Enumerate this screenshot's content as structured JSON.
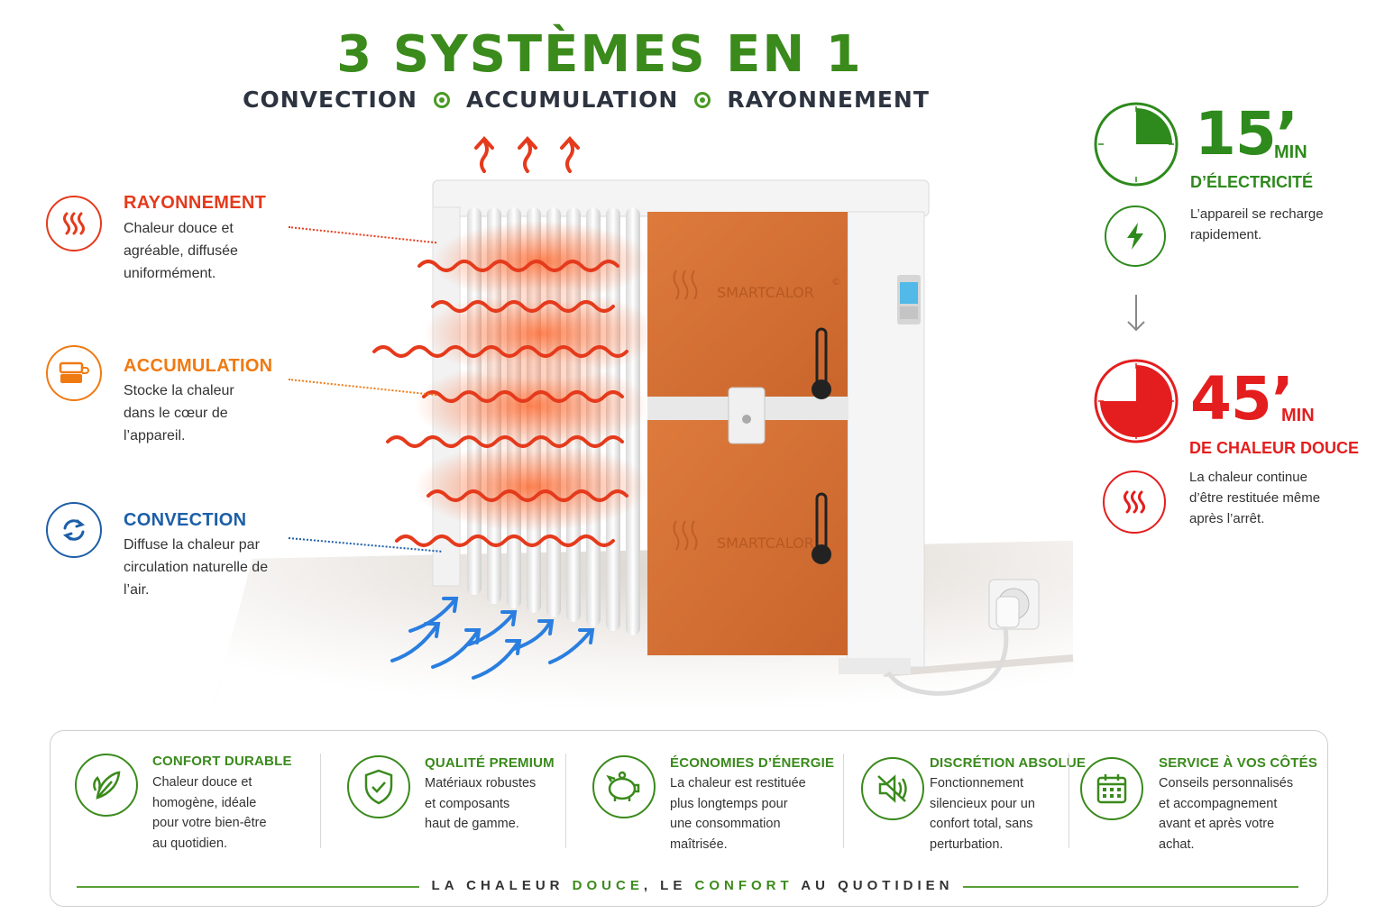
{
  "header": {
    "title": "3 SYSTÈMES EN 1",
    "subtitle_items": [
      "CONVECTION",
      "ACCUMULATION",
      "RAYONNEMENT"
    ]
  },
  "features": [
    {
      "title": "RAYONNEMENT",
      "description": "Chaleur douce et agréable, diffusée uniformément.",
      "color": "#e53a1c",
      "icon": "heat-waves-icon"
    },
    {
      "title": "ACCUMULATION",
      "description": "Stocke la chaleur dans le cœur de l’appareil.",
      "color": "#ef7a12",
      "icon": "heat-storage-icon"
    },
    {
      "title": "CONVECTION",
      "description": "Diffuse la chaleur par circulation naturelle de l’air.",
      "color": "#1d5fa8",
      "icon": "air-circulation-icon"
    }
  ],
  "device": {
    "brand": "SMARTCALOR",
    "brand_mark": "©"
  },
  "timer": {
    "charge": {
      "number": "15’",
      "unit": "MIN",
      "label": "D’ÉLECTRICITÉ",
      "description": "L’appareil se recharge rapidement.",
      "color": "#2e8a1c",
      "fraction": 0.25
    },
    "release": {
      "number": "45’",
      "unit": "MIN",
      "label": "DE CHALEUR DOUCE",
      "description": "La chaleur continue d’être restituée même après l’arrêt.",
      "color": "#e41e1e",
      "fraction": 0.75
    }
  },
  "benefits": [
    {
      "title": "CONFORT DURABLE",
      "description": [
        "Chaleur douce et",
        "homogène, idéale",
        "pour votre bien-être",
        "au quotidien."
      ],
      "icon": "leaf-icon"
    },
    {
      "title": "QUALITÉ PREMIUM",
      "description": [
        "Matériaux robustes",
        "et composants",
        "haut de gamme."
      ],
      "icon": "shield-check-icon"
    },
    {
      "title": "ÉCONOMIES D’ÉNERGIE",
      "description": [
        "La chaleur est restituée",
        "plus longtemps pour",
        "une consommation",
        "maîtrisée."
      ],
      "icon": "piggy-bank-icon"
    },
    {
      "title": "DISCRÉTION ABSOLUE",
      "description": [
        "Fonctionnement",
        "silencieux pour un",
        "confort total, sans",
        "perturbation."
      ],
      "icon": "speaker-muted-icon"
    },
    {
      "title": "SERVICE À VOS CÔTÉS",
      "description": [
        "Conseils personnalisés",
        "et accompagnement",
        "avant et après votre",
        "achat."
      ],
      "icon": "calendar-icon"
    }
  ],
  "tagline": {
    "part1": "LA CHALEUR ",
    "part2": "DOUCE",
    "part3": ", LE ",
    "part4": "CONFORT",
    "part5": " AU QUOTIDIEN"
  }
}
